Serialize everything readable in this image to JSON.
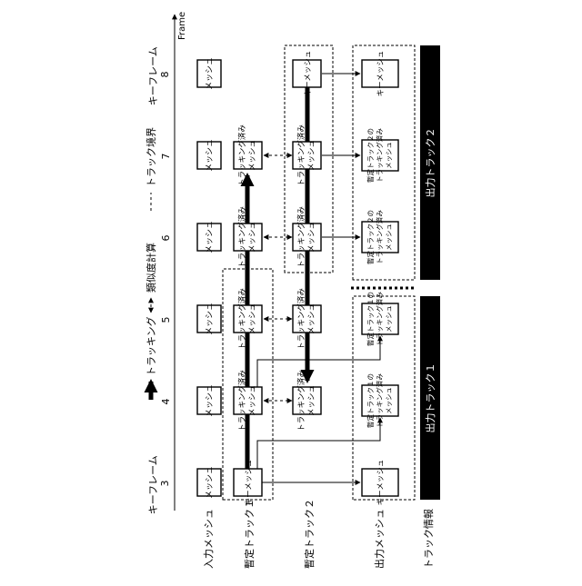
{
  "axis": {
    "label": "Frame"
  },
  "keyframe_labels": [
    "キーフレーム\n3",
    "キーフレーム\n8"
  ],
  "frame_numbers": [
    "4",
    "5",
    "6",
    "7"
  ],
  "rows": [
    "入力メッシュ",
    "暫定トラック１",
    "暫定トラック２",
    "出力メッシュ",
    "トラック情報"
  ],
  "legend": [
    "トラッキング",
    "類似度計算",
    "トラック境界"
  ],
  "mesh_label": "メッシュ",
  "keymesh_label": "キーメッシュ",
  "tracked_label": "トラッキング済み\nメッシュ",
  "provisional_labels": [
    "暫定トラック１の\nトラッキング済み\nメッシュ",
    "暫定トラック１の\nトラッキング済み\nメッシュ",
    "暫定トラック２の\nトラッキング済み\nメッシュ",
    "暫定トラック２の\nトラッキング済み\nメッシュ"
  ],
  "output_tracks": [
    "出力トラック１",
    "出力トラック２"
  ]
}
